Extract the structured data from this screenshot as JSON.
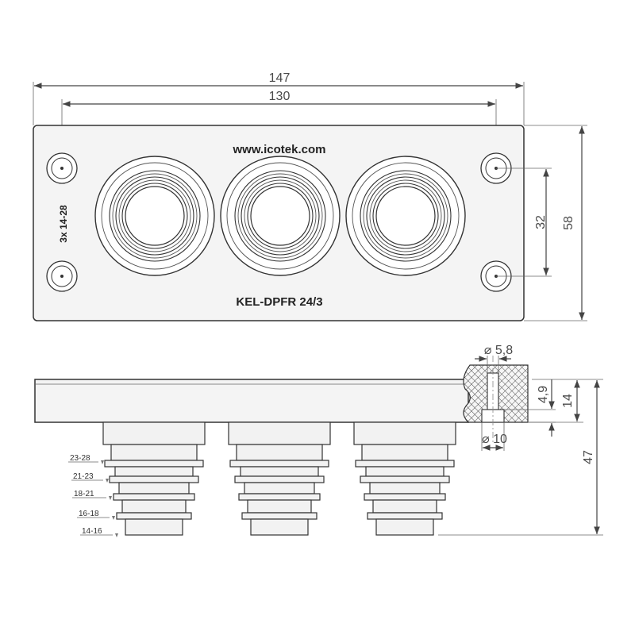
{
  "front_view": {
    "website": "www.icotek.com",
    "product_code": "KEL-DPFR 24/3",
    "range_label": "3x 14-28",
    "dim_overall_width": "147",
    "dim_hole_spacing": "130",
    "dim_hole_vertical": "32",
    "dim_overall_height": "58"
  },
  "side_view": {
    "ranges": [
      "23-28",
      "21-23",
      "18-21",
      "16-18",
      "14-16"
    ],
    "dim_total_depth": "47"
  },
  "detail_view": {
    "dim_hole_diameter": "⌀ 5,8",
    "dim_counterbore_diameter": "⌀ 10",
    "dim_counterbore_depth": "4,9",
    "dim_plate_thickness": "14"
  }
}
